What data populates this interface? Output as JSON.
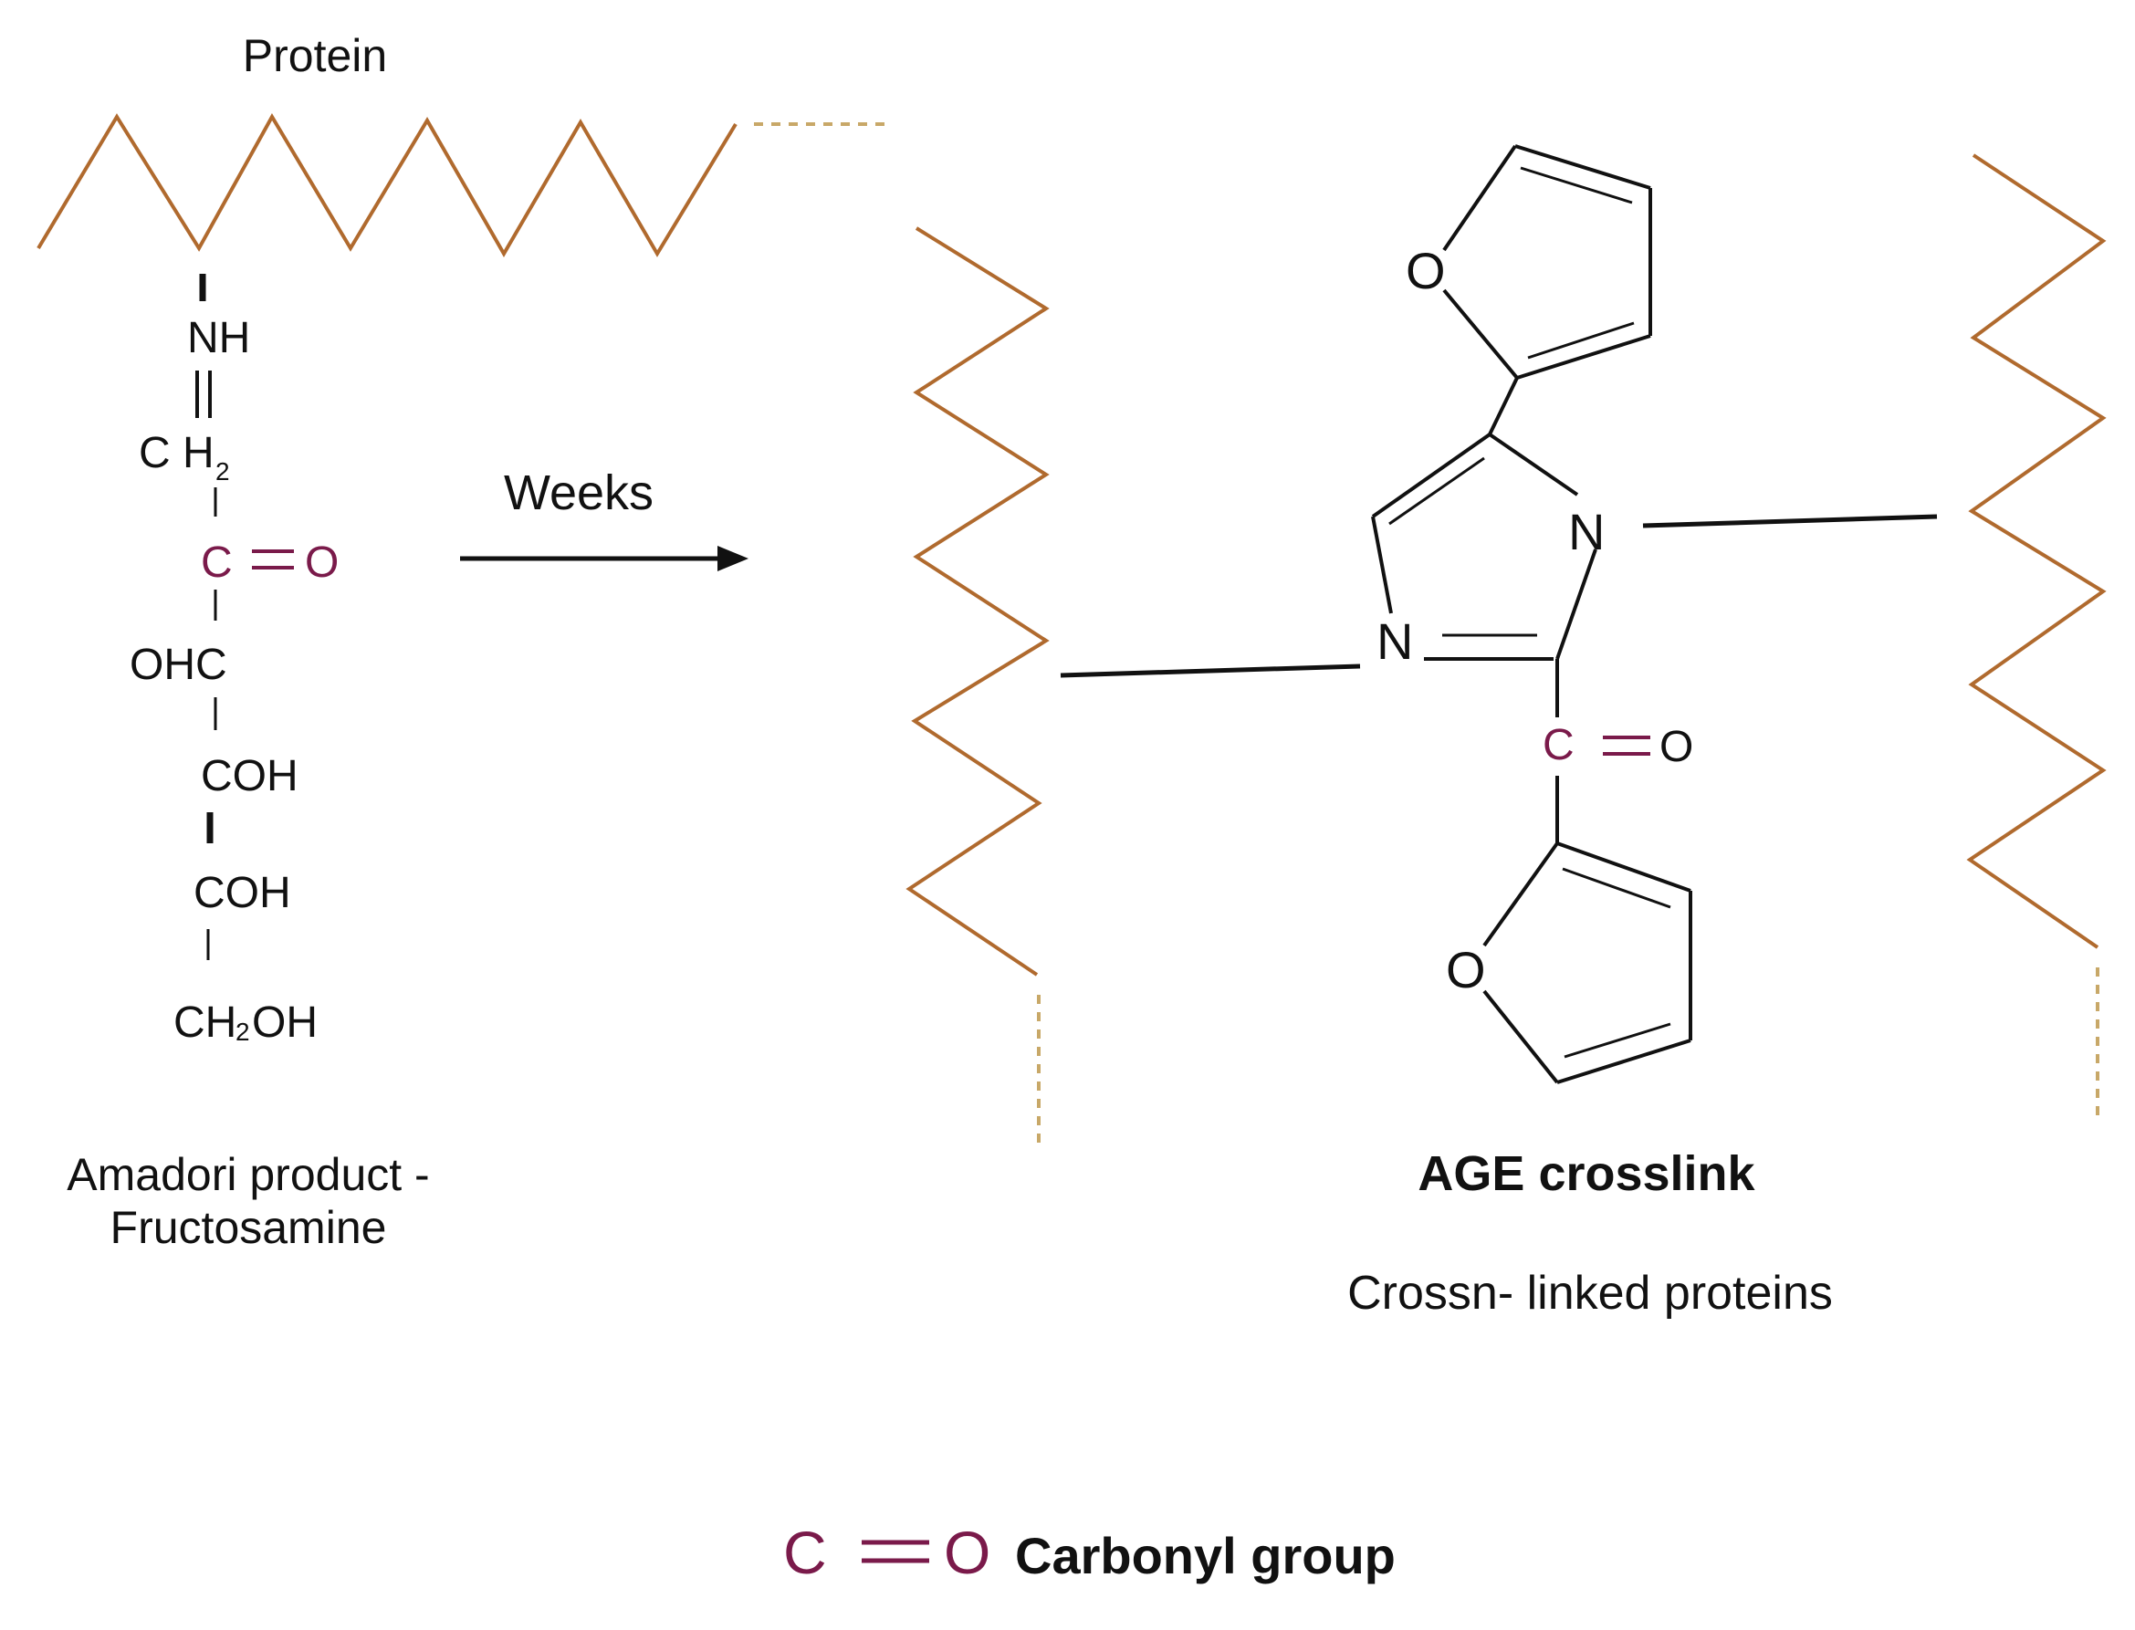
{
  "colors": {
    "protein_chain": "#b06a2e",
    "dotted": "#c8a868",
    "carbonyl": "#7a1a4a",
    "ink": "#111111"
  },
  "left": {
    "protein_label": "Protein",
    "amadori_chain": {
      "nh": "NH",
      "ch2_c": "C",
      "ch2_h": "H",
      "ch2_sub": "2",
      "carbonyl_c": "C",
      "carbonyl_o": "O",
      "ohc": "OHC",
      "coh1": "COH",
      "coh2": "COH",
      "ch2oh_ch": "CH",
      "ch2oh_sub": "2",
      "ch2oh_oh": "OH"
    },
    "caption_line1": "Amadori product -",
    "caption_line2": "Fructosamine"
  },
  "arrow_label": "Weeks",
  "right": {
    "ring_o_top": "O",
    "ring_o_bottom": "O",
    "n_right": "N",
    "n_left": "N",
    "carbonyl_c": "C",
    "carbonyl_o": "O",
    "title": "AGE crosslink",
    "subtitle": "Crossn- linked proteins"
  },
  "legend": {
    "c": "C",
    "o": "O",
    "label": "Carbonyl group"
  }
}
